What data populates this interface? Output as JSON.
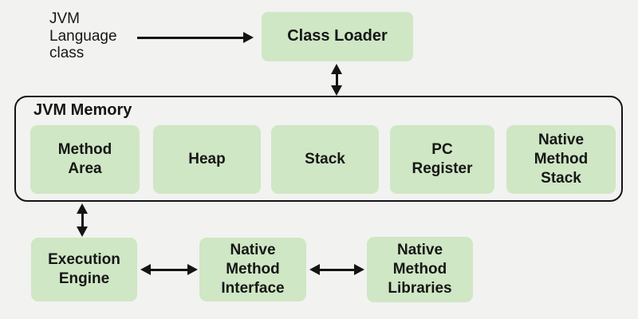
{
  "page": {
    "background_color": "#f2f2f1",
    "box_fill_color": "#cfe7c4",
    "line_color": "#141414",
    "text_color": "#161616"
  },
  "source": {
    "label": "JVM Language class",
    "lines": [
      "JVM",
      "Language",
      "class"
    ]
  },
  "class_loader": {
    "label": "Class Loader"
  },
  "jvm_memory": {
    "title": "JVM Memory",
    "boxes": [
      {
        "label": "Method Area"
      },
      {
        "label": "Heap"
      },
      {
        "label": "Stack"
      },
      {
        "label": "PC Register"
      },
      {
        "label": "Native Method Stack"
      }
    ]
  },
  "bottom": {
    "execution_engine": {
      "label": "Execution Engine"
    },
    "native_method_interface": {
      "label": "Native Method Interface"
    },
    "native_method_libraries": {
      "label": "Native Method Libraries"
    }
  },
  "connections": [
    {
      "from": "JVM Language class",
      "to": "Class Loader",
      "type": "single-arrow"
    },
    {
      "from": "Class Loader",
      "to": "JVM Memory",
      "type": "double-arrow"
    },
    {
      "from": "JVM Memory",
      "to": "Execution Engine",
      "type": "double-arrow"
    },
    {
      "from": "Execution Engine",
      "to": "Native Method Interface",
      "type": "double-arrow"
    },
    {
      "from": "Native Method Interface",
      "to": "Native Method Libraries",
      "type": "double-arrow"
    }
  ]
}
